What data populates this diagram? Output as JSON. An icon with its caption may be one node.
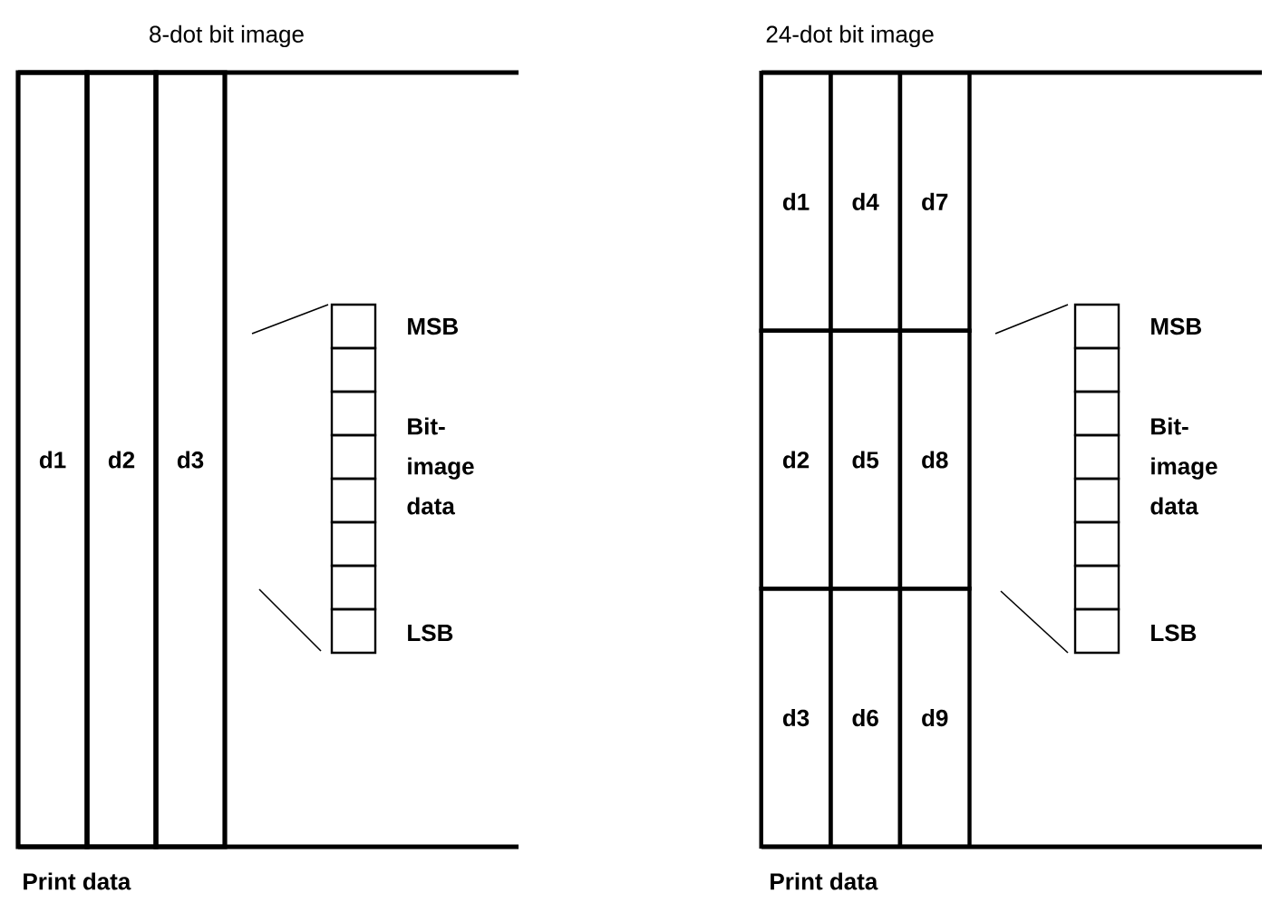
{
  "diagram": {
    "nodes": [
      {
        "text": [
          "d1"
        ]
      },
      {
        "text": [
          "d2"
        ]
      },
      {
        "text": [
          "d3"
        ]
      },
      {
        "text": [],
        "shape": "box"
      },
      {
        "text": [],
        "shape": "box"
      },
      {
        "text": [],
        "shape": "box"
      },
      {
        "text": [],
        "shape": "box"
      },
      {
        "text": [],
        "shape": "box"
      },
      {
        "text": [],
        "shape": "box"
      },
      {
        "text": [],
        "shape": "box"
      },
      {
        "text": [],
        "shape": "box"
      },
      {
        "text": [
          "d1"
        ]
      },
      {
        "text": [
          "d4"
        ]
      },
      {
        "text": [
          "d7"
        ]
      },
      {
        "text": [
          "d2"
        ]
      },
      {
        "text": [
          "d5"
        ]
      },
      {
        "text": [
          "d8"
        ]
      },
      {
        "text": [
          "d3"
        ]
      },
      {
        "text": [
          "d6"
        ]
      },
      {
        "text": [
          "d9"
        ]
      },
      {
        "text": [],
        "shape": "box"
      },
      {
        "text": [],
        "shape": "box"
      },
      {
        "text": [],
        "shape": "box"
      },
      {
        "text": [],
        "shape": "box"
      },
      {
        "text": [],
        "shape": "box"
      },
      {
        "text": [],
        "shape": "box"
      },
      {
        "text": [],
        "shape": "box"
      },
      {
        "text": [],
        "shape": "box"
      }
    ],
    "edges": [],
    "labels": [
      "8-dot bit image",
      "24-dot bit image",
      "MSB",
      "MSB",
      "Bit- image data",
      "Bit- image data",
      "LSB",
      "LSB",
      "Print data",
      "Print data"
    ]
  }
}
